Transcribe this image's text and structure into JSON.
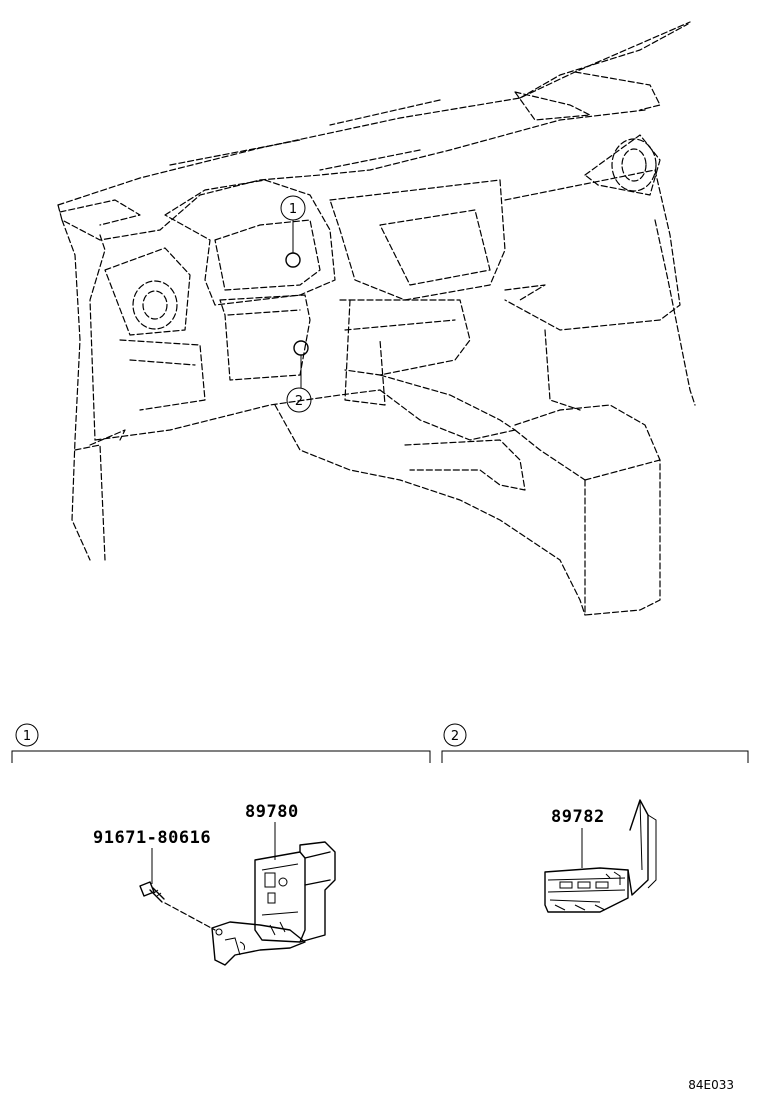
{
  "callouts": {
    "one": "1",
    "two": "2"
  },
  "sections": {
    "one": {
      "marker": "1"
    },
    "two": {
      "marker": "2"
    }
  },
  "parts": {
    "bolt": "91671-80616",
    "module_a": "89780",
    "module_b": "89782"
  },
  "figure_ref": "84E033"
}
